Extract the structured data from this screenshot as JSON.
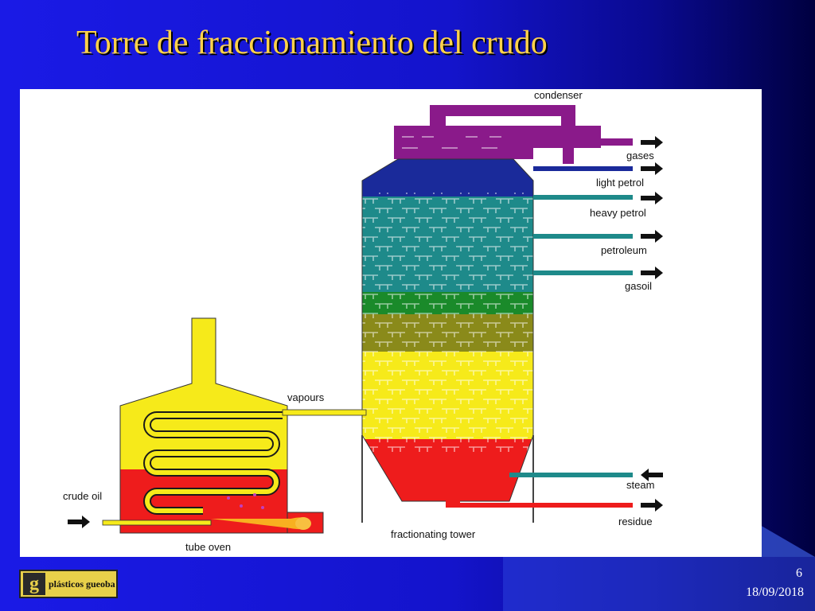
{
  "slide": {
    "title": "Torre de fraccionamiento del crudo",
    "page_number": "6",
    "date": "18/09/2018",
    "logo_mark": "g",
    "logo_text": "plásticos gueoba"
  },
  "diagram": {
    "labels": {
      "condenser": "condenser",
      "vapours": "vapours",
      "crude_oil": "crude oil",
      "tube_oven": "tube oven",
      "fractionating_tower": "fractionating tower",
      "steam": "steam",
      "residue": "residue"
    },
    "outputs": [
      "gases",
      "light petrol",
      "heavy petrol",
      "petroleum",
      "gasoil"
    ]
  },
  "colors": {
    "background_blue": "#1414cc",
    "title_yellow": "#ffd24a",
    "purple": "#8a1a8a",
    "navy": "#1a2a9a",
    "teal": "#1e8a8a",
    "green": "#1a8a2a",
    "olive": "#8a8a1a",
    "yellow": "#f6ea1a",
    "red": "#ee1c1c"
  }
}
